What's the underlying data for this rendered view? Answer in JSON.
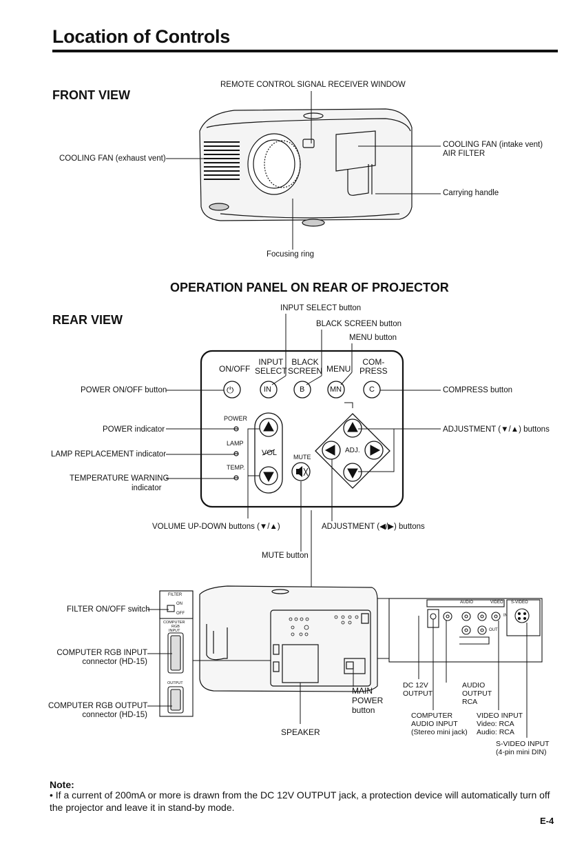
{
  "page": {
    "title": "Location of Controls",
    "page_number": "E-4"
  },
  "front_view": {
    "heading": "FRONT VIEW",
    "labels": {
      "remote_window": "REMOTE CONTROL SIGNAL RECEIVER WINDOW",
      "exhaust_fan": "COOLING FAN (exhaust vent)",
      "intake_fan": "COOLING FAN (intake vent)",
      "air_filter": "AIR FILTER",
      "carrying_handle": "Carrying handle",
      "focusing_ring": "Focusing ring"
    }
  },
  "rear_view": {
    "heading": "REAR VIEW",
    "panel_heading": "OPERATION PANEL ON REAR OF PROJECTOR",
    "callouts": {
      "input_select": "INPUT SELECT button",
      "black_screen": "BLACK SCREEN button",
      "menu": "MENU button",
      "power_onoff": "POWER ON/OFF button",
      "compress": "COMPRESS button",
      "power_indicator": "POWER indicator",
      "adjustment_ud": "ADJUSTMENT (▼/▲) buttons",
      "lamp_indicator": "LAMP REPLACEMENT indicator",
      "temp_warning_1": "TEMPERATURE WARNING",
      "temp_warning_2": "indicator",
      "volume": "VOLUME UP-DOWN buttons (▼/▲)",
      "adjustment_lr": "ADJUSTMENT (◀/▶) buttons",
      "mute": "MUTE button"
    },
    "panel_labels": {
      "onoff": "ON/OFF",
      "input_1": "INPUT",
      "input_2": "SELECT",
      "black_1": "BLACK",
      "black_2": "SCREEN",
      "menu": "MENU",
      "compress_1": "COM-",
      "compress_2": "PRESS",
      "btn_in": "IN",
      "btn_b": "B",
      "btn_mn": "MN",
      "btn_c": "C",
      "ind_power": "POWER",
      "ind_lamp": "LAMP",
      "ind_temp": "TEMP.",
      "vol": "VOL",
      "mute": "MUTE",
      "adj": "ADJ."
    }
  },
  "connectors": {
    "filter_switch": "FILTER ON/OFF switch",
    "rgb_input_1": "COMPUTER RGB INPUT",
    "rgb_input_2": "connector (HD-15)",
    "rgb_output_1": "COMPUTER RGB OUTPUT",
    "rgb_output_2": "connector (HD-15)",
    "speaker": "SPEAKER",
    "main_power_1": "MAIN",
    "main_power_2": "POWER",
    "main_power_3": "button",
    "dc_out_1": "DC 12V",
    "dc_out_2": "OUTPUT",
    "audio_out_1": "AUDIO",
    "audio_out_2": "OUTPUT",
    "audio_out_3": "RCA",
    "comp_audio_1": "COMPUTER",
    "comp_audio_2": "AUDIO INPUT",
    "comp_audio_3": "(Stereo mini jack)",
    "video_in_1": "VIDEO INPUT",
    "video_in_2": "Video: RCA",
    "video_in_3": "Audio: RCA",
    "svideo_1": "S-VIDEO INPUT",
    "svideo_2": "(4-pin mini DIN)",
    "panel_filter": "FILTER",
    "panel_on": "ON",
    "panel_off": "OFF",
    "panel_computer": "COMPUTER",
    "panel_rgb": "RGB",
    "panel_input": "INPUT",
    "panel_output": "OUTPUT",
    "jack_audio": "AUDIO",
    "jack_video": "VIDEO",
    "jack_svideo": "S-VIDEO",
    "jack_in": "IN",
    "jack_out": "OUT"
  },
  "note": {
    "title": "Note:",
    "text": "• If a current of 200mA or more is drawn from the DC 12V OUTPUT jack, a protection device will automatically turn off the projector and leave it in stand-by mode."
  }
}
